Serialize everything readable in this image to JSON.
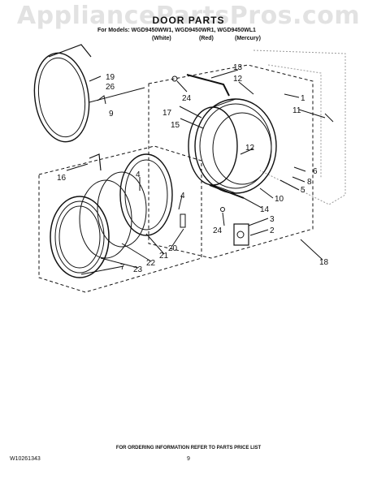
{
  "watermark": "AppliancePartsPros.com",
  "title": "DOOR PARTS",
  "models_line": "For Models: WGD9450WW1, WGD9450WR1, WGD9450WL1",
  "colors": [
    "(White)",
    "(Red)",
    "(Mercury)"
  ],
  "callouts": [
    "19",
    "26",
    "9",
    "13",
    "12",
    "24",
    "1",
    "11",
    "17",
    "15",
    "12",
    "16",
    "4",
    "6",
    "8",
    "4",
    "5",
    "10",
    "14",
    "3",
    "24",
    "2",
    "20",
    "7",
    "23",
    "22",
    "21",
    "18"
  ],
  "footer": {
    "note": "FOR ORDERING INFORMATION REFER TO PARTS PRICE LIST",
    "doc_id": "W10261343",
    "page": "9"
  }
}
